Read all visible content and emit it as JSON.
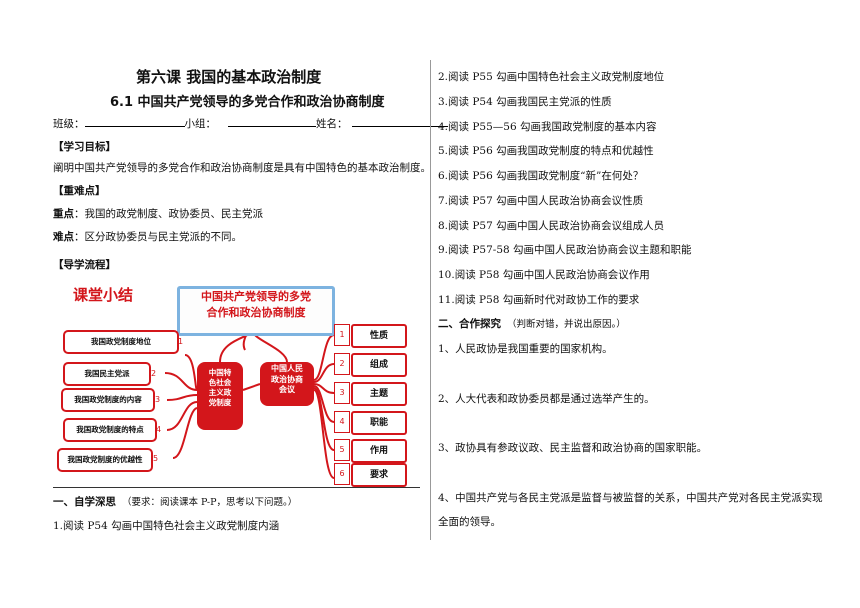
{
  "header": {
    "title": "第六课  我国的基本政治制度",
    "subtitle": "6.1  中国共产党领导的多党合作和政治协商制度",
    "fields": {
      "class": "班级：",
      "group": "小组：",
      "name": "姓名："
    }
  },
  "left": {
    "goal_heading": "【学习目标】",
    "goal_text": "阐明中国共产党领导的多党合作和政治协商制度是具有中国特色的基本政治制度。",
    "key_heading": "【重难点】",
    "key_label": "重点",
    "key_text": "：我国的政党制度、政协委员、民主党派",
    "diff_label": "难点",
    "diff_text": "：区分政协委员与民主党派的不同。",
    "flow_heading": "【导学流程】",
    "section1_title": "一、自学深思",
    "section1_note": "（要求：阅读课本 P-P，思考以下问题。）",
    "q1": "1.阅读 P54 勾画中国特色社会主义政党制度内涵"
  },
  "mindmap": {
    "title": "课堂小结",
    "banner_line1": "中国共产党领导的多党",
    "banner_line2": "合作和政治协商制度",
    "center_left": [
      "中国特",
      "色社会",
      "主义政",
      "党制度"
    ],
    "center_right": [
      "中国人民",
      "政治协商",
      "会议"
    ],
    "left_items": [
      "我国政党制度地位",
      "我国民主党派",
      "我国政党制度的内容",
      "我国政党制度的特点",
      "我国政党制度的优越性"
    ],
    "left_nums": [
      "1",
      "2",
      "3",
      "4",
      "5"
    ],
    "right_nums": [
      "1",
      "2",
      "3",
      "4",
      "5",
      "6"
    ],
    "right_items": [
      "性质",
      "组成",
      "主题",
      "职能",
      "作用",
      "要求"
    ]
  },
  "right": {
    "items": [
      "2.阅读 P55 勾画中国特色社会主义政党制度地位",
      "3.阅读 P54  勾画我国民主党派的性质",
      "4.阅读 P55—56 勾画我国政党制度的基本内容",
      "5.阅读 P56 勾画我国政党制度的特点和优越性",
      "6.阅读 P56 勾画我国政党制度“新”在何处？",
      "7.阅读 P57 勾画中国人民政治协商会议性质",
      "8.阅读 P57 勾画中国人民政治协商会议组成人员",
      "9.阅读 P57-58 勾画中国人民政治协商会议主题和职能",
      "10.阅读 P58 勾画中国人民政治协商会议作用",
      "11.阅读 P58 勾画新时代对政协工作的要求"
    ],
    "section2_title": "二、合作探究",
    "section2_note": "（判断对错，并说出原因。）",
    "q1": "1、人民政协是我国重要的国家机构。",
    "q2": "2、人大代表和政协委员都是通过选举产生的。",
    "q3": "3、政协具有参政议政、民主监督和政治协商的国家职能。",
    "q4_line1": "4、中国共产党与各民主党派是监督与被监督的关系，中国共产党对各民主党派实现",
    "q4_line2": "全面的领导。"
  },
  "colors": {
    "accent": "#d3161b",
    "banner_border": "#7db3e0"
  }
}
